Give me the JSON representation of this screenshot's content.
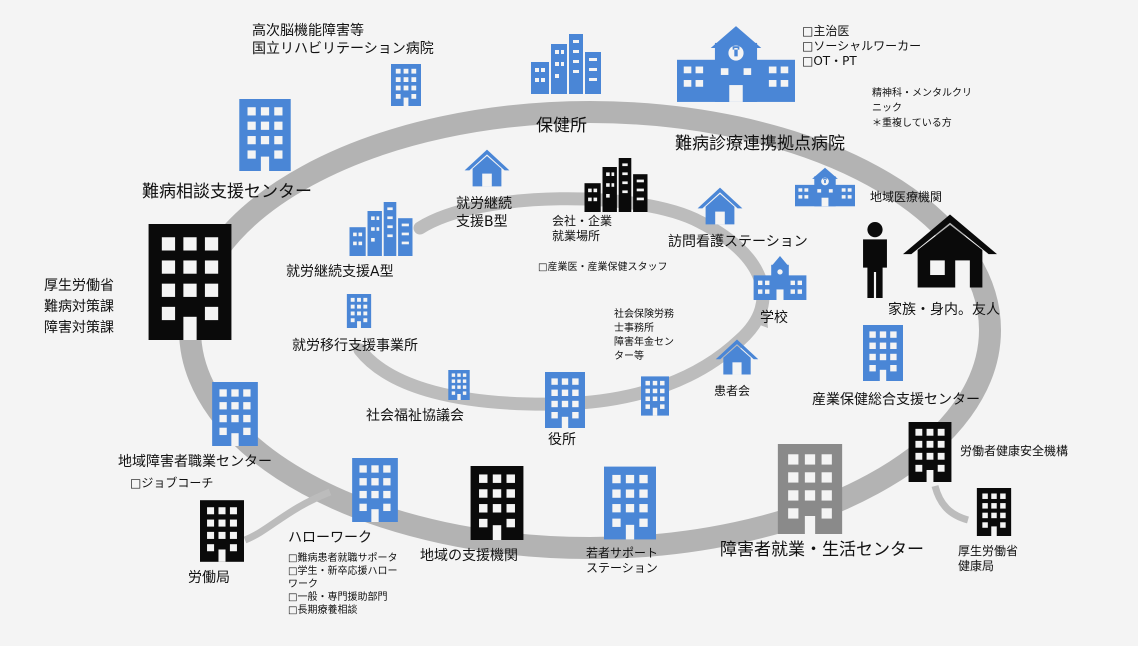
{
  "colors": {
    "blue": "#4a86d6",
    "black": "#0a0a0a",
    "gray": "#8a8a8a",
    "ring": "#b3b3b3",
    "background": "#f4f4f4"
  },
  "icons": {
    "office_building": "building-icon",
    "hospital": "hospital-icon",
    "house": "house-icon",
    "school": "school-icon",
    "person": "person-icon",
    "city": "city-buildings-icon"
  },
  "labels": {
    "kojino_line1": "高次脳機能障害等",
    "kojino_line2": "国立リハビリテーション病院",
    "hokenjo": "保健所",
    "nanbyo_hospital": "難病診療連携拠点病院",
    "hospital_staff": [
      "□主治医",
      "□ソーシャルワーカー",
      "□OT・PT"
    ],
    "psych_line1": "精神科・メンタルクリ",
    "psych_line2": "ニック",
    "psych_line3": "＊重複している方",
    "nanbyo_support_center": "難病相談支援センター",
    "shuro_b_line1": "就労継続",
    "shuro_b_line2": "支援B型",
    "company_line1": "会社・企業",
    "company_line2": "就業場所",
    "company_note": "□産業医・産業保健スタッフ",
    "chiiki_iryo": "地域医療機関",
    "homon_kango": "訪問看護ステーション",
    "mhlw_line1": "厚生労働省",
    "mhlw_line2": "難病対策課",
    "mhlw_line3": "障害対策課",
    "shuro_a": "就労継続支援A型",
    "family": "家族・身内。友人",
    "school": "学校",
    "sharoshi_line1": "社会保険労務",
    "sharoshi_line2": "士事務所",
    "sharoshi_line3": "障害年金セン",
    "sharoshi_line4": "ター等",
    "ikou_shien": "就労移行支援事業所",
    "kanjakai": "患者会",
    "shakyo": "社会福祉協議会",
    "yakusho": "役所",
    "sangyo_hoken": "産業保健総合支援センター",
    "chiiki_shokugyo": "地域障害者職業センター",
    "job_coach": "□ジョブコーチ",
    "rodo_anzen": "労働者健康安全機構",
    "rodokyoku": "労働局",
    "hellowork": "ハローワーク",
    "hellowork_items": [
      "□難病患者就職サポータ",
      "□学生・新卒応援ハロー",
      "ワーク",
      "□一般・専門援助部門",
      "□長期療養相談"
    ],
    "chiiki_shien": "地域の支援機関",
    "wakamono_line1": "若者サポート",
    "wakamono_line2": "ステーション",
    "shugyo_seikatsu": "障害者就業・生活センター",
    "mhlw_kenko_line1": "厚生労働省",
    "mhlw_kenko_line2": "健康局"
  }
}
